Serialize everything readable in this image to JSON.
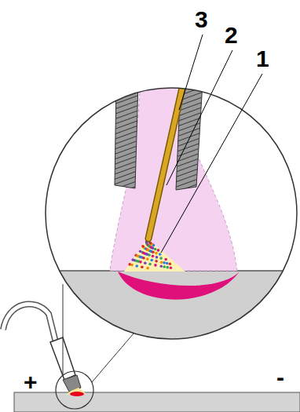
{
  "diagram": {
    "labels": [
      "3",
      "2",
      "1",
      "+",
      "-"
    ]
  }
}
